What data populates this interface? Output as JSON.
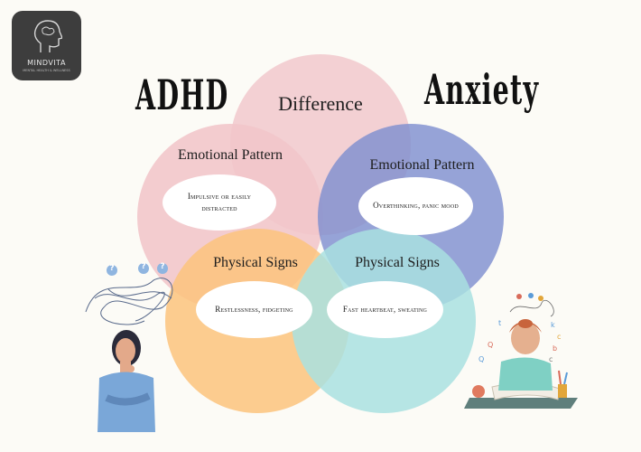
{
  "logo": {
    "brand": "MINDVITA",
    "tagline": "MENTAL HEALTH & WELLNESS"
  },
  "titles": {
    "left": "ADHD",
    "right": "Anxiety"
  },
  "difference": {
    "label": "Difference"
  },
  "left": {
    "emotional_pattern": {
      "label": "Emotional Pattern",
      "text": "Impulsive or easily distracted"
    },
    "physical_signs": {
      "label": "Physical Signs",
      "text": "Restlessness, fidgeting"
    }
  },
  "right": {
    "emotional_pattern": {
      "label": "Emotional Pattern",
      "text": "Overthinking, panic mood"
    },
    "physical_signs": {
      "label": "Physical Signs",
      "text": "Fast heartbeat, sweating"
    }
  },
  "question_marks": [
    "?",
    "?",
    "?"
  ],
  "colors": {
    "difference": "#f3d0d3",
    "emotional_left": "#f1c5c9",
    "emotional_right": "#7f8fcf",
    "physical_left": "#fbc37d",
    "physical_right": "#a9e0e0",
    "background": "#fcfbf6"
  }
}
